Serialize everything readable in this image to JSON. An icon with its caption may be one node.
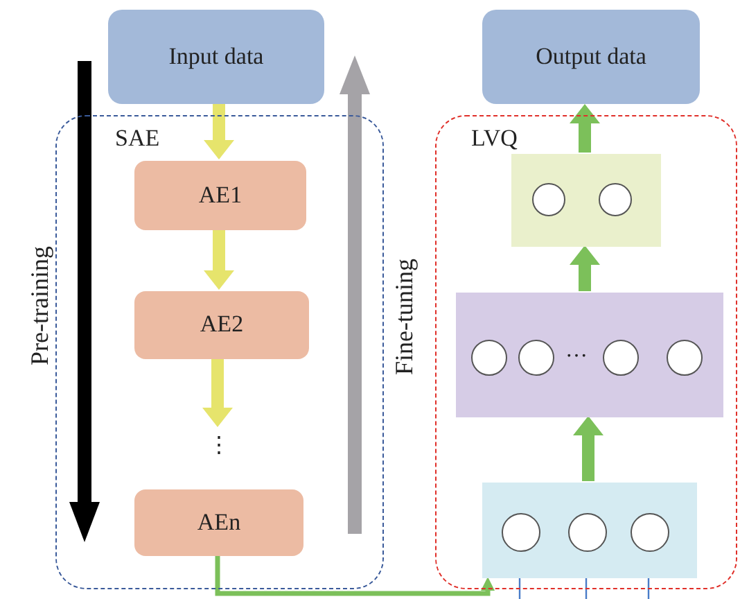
{
  "diagram": {
    "nodes": [
      {
        "text": [
          "Input data"
        ]
      },
      {
        "text": [
          "SAE"
        ]
      },
      {
        "text": [
          "AE1"
        ],
        "in": 1
      },
      {
        "text": [
          "AE2"
        ],
        "in": 1
      },
      {
        "text": [
          "⋮"
        ],
        "in": 1
      },
      {
        "text": [
          "AEn"
        ],
        "in": 1
      },
      {
        "text": [
          "Output data"
        ]
      },
      {
        "text": [
          "LVQ"
        ]
      },
      {
        "text": [],
        "shape": "box",
        "in": 7
      },
      {
        "text": [],
        "shape": "circle",
        "in": 8
      },
      {
        "text": [],
        "shape": "circle",
        "in": 8
      },
      {
        "text": [],
        "shape": "box",
        "in": 7
      },
      {
        "text": [],
        "shape": "circle",
        "in": 11
      },
      {
        "text": [],
        "shape": "circle",
        "in": 11
      },
      {
        "text": [],
        "shape": "circle",
        "in": 11
      },
      {
        "text": [],
        "shape": "circle",
        "in": 11
      },
      {
        "text": [],
        "shape": "box",
        "in": 7
      },
      {
        "text": [],
        "shape": "circle",
        "in": 16
      },
      {
        "text": [],
        "shape": "circle",
        "in": 16
      },
      {
        "text": [],
        "shape": "circle",
        "in": 16
      }
    ],
    "edges": [
      {
        "from": 0,
        "to": 2,
        "arrow": "to",
        "color": "#e6e46c"
      },
      {
        "from": 2,
        "to": 3,
        "arrow": "to",
        "color": "#e6e46c"
      },
      {
        "from": 3,
        "to": 4,
        "arrow": "to",
        "color": "#e6e46c"
      },
      {
        "from": 5,
        "to": 16,
        "arrow": "to",
        "color": "#7cc05a"
      },
      {
        "from": 16,
        "to": 11,
        "arrow": "to",
        "color": "#7cc05a"
      },
      {
        "from": 11,
        "to": 8,
        "arrow": "to",
        "color": "#7cc05a"
      },
      {
        "from": 8,
        "to": 6,
        "arrow": "to",
        "color": "#7cc05a"
      },
      {
        "from": null,
        "to": 17,
        "arrow": "to",
        "color": "#4a7cc8"
      },
      {
        "from": null,
        "to": 18,
        "arrow": "to",
        "color": "#4a7cc8"
      },
      {
        "from": null,
        "to": 19,
        "arrow": "to",
        "color": "#4a7cc8"
      }
    ],
    "labels": [
      "Pre-training",
      "Fine-tuning",
      "…"
    ]
  }
}
